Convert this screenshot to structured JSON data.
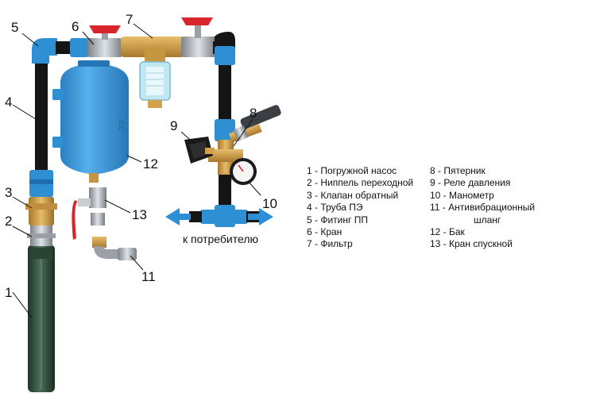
{
  "colors": {
    "pipe": "#151515",
    "fitting_blue": "#2e8fd3",
    "tank_blue": "#3a9ad9",
    "brass": "#d3a24f",
    "valve_red": "#d8262c",
    "pump_green": "#2f4d3a",
    "arrow_blue": "#2c8fd6"
  },
  "callouts": [
    "1",
    "2",
    "3",
    "4",
    "5",
    "6",
    "7",
    "8",
    "9",
    "10",
    "11",
    "12",
    "13"
  ],
  "consumer_label": "к потребителю",
  "legend": {
    "left": [
      "1 - Погружной насос",
      "2 - Ниппель переходной",
      "3 - Клапан обратный",
      "4 - Труба ПЭ",
      "5 - Фитинг ПП",
      "6 - Кран",
      "7 - Фильтр"
    ],
    "right": [
      "8 - Пятерник",
      "9 - Реле давления",
      "10 - Манометр",
      "11 - Антивибрационный",
      "шланг",
      "12 - Бак",
      "13 - Кран спускной"
    ]
  }
}
